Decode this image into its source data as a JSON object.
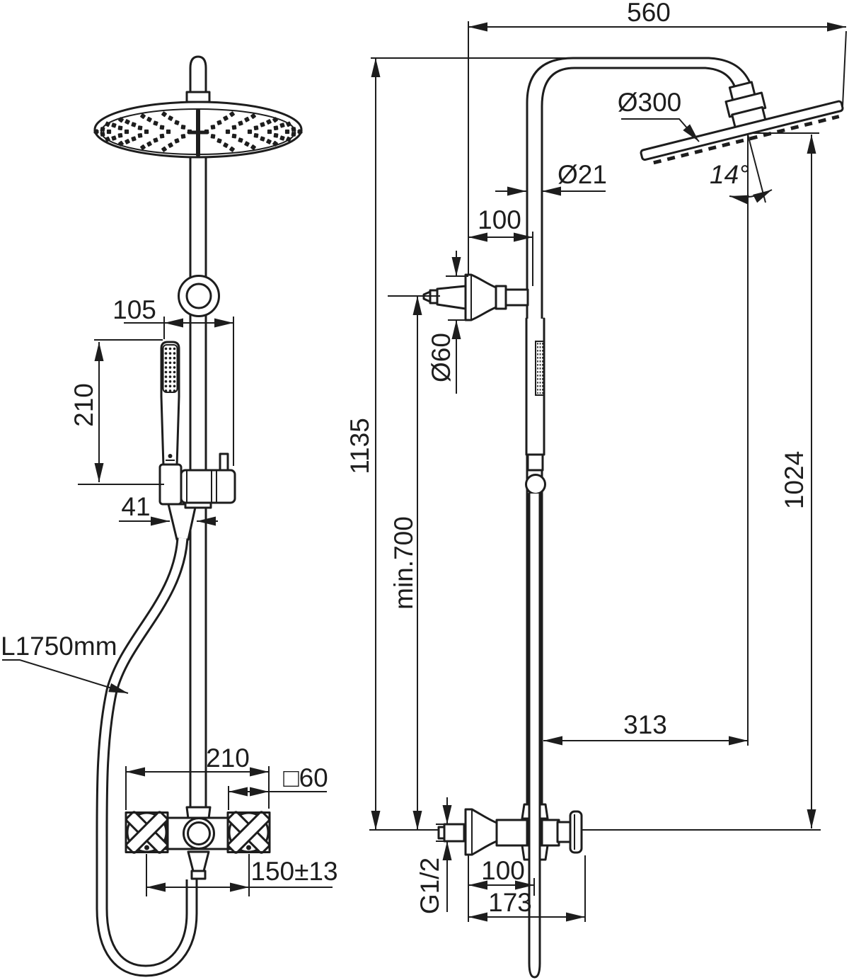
{
  "drawing": {
    "title": "shower-system-dimension-drawing",
    "colors": {
      "background": "#ffffff",
      "line": "#1d1d1d"
    },
    "front_view": {
      "dims": {
        "handshower_offset": "105",
        "handshower_length": "210",
        "hose_fitting_width": "41",
        "hose_length": "L1750mm",
        "valve_width": "210",
        "handle_size": "□60",
        "connection_spacing": "150±13"
      }
    },
    "side_view": {
      "dims": {
        "head_reach": "560",
        "head_diameter": "Ø300",
        "head_tilt_angle": "14°",
        "riser_diameter": "Ø21",
        "bracket_offset": "100",
        "bracket_escutcheon_diameter": "Ø60",
        "riser_height": "1135",
        "min_mounting_height": "min.700",
        "head_height_above_valve": "1024",
        "head_horizontal_offset": "313",
        "inlet_thread": "G1/2",
        "valve_offset": "100",
        "valve_depth": "173"
      }
    }
  }
}
